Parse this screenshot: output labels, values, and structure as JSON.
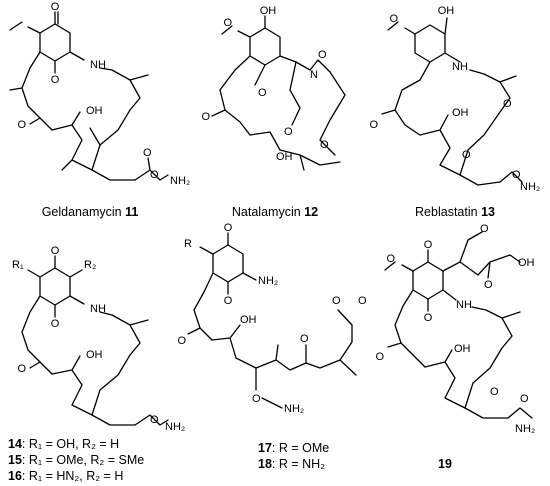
{
  "compounds": [
    {
      "name": "Geldanamycin",
      "number": "11"
    },
    {
      "name": "Natalamycin",
      "number": "12"
    },
    {
      "name": "Reblastatin",
      "number": "13"
    },
    {
      "number": "19"
    }
  ],
  "variants_left": [
    {
      "num": "14",
      "text": ": R₁ = OH, R₂ = H"
    },
    {
      "num": "15",
      "text": ": R₁ = OMe, R₂ = SMe"
    },
    {
      "num": "16",
      "text": ": R₁ = HN₂, R₂ = H"
    }
  ],
  "variants_mid": [
    {
      "num": "17",
      "text": ": R = OMe"
    },
    {
      "num": "18",
      "text": ": R = NH₂"
    }
  ],
  "atoms": {
    "O": "O",
    "OH": "OH",
    "NH": "NH",
    "N": "N",
    "NH2": "NH₂",
    "R": "R",
    "R1": "R₁",
    "R2": "R₂"
  }
}
